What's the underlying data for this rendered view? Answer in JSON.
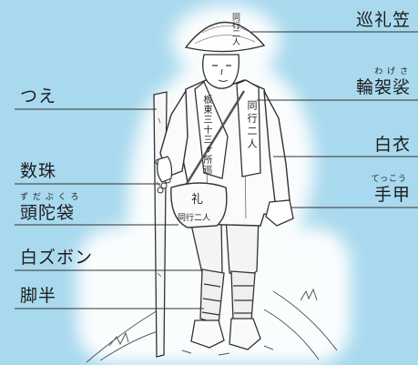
{
  "labels": {
    "junreigasa": "巡礼笠",
    "wagesa": "輪袈裟",
    "wagesa_ruby": "わ げ さ",
    "hakui": "白衣",
    "tekkou": "手甲",
    "tekkou_ruby": "てっこう",
    "tsue": "つえ",
    "juzu": "数珠",
    "zudabukuro": "頭陀袋",
    "zudabukuro_ruby": "ず だ ぶ く ろ",
    "shirozubon": "白ズボン",
    "kyahan": "脚半"
  },
  "hat_text": {
    "line1": "同",
    "line2": "行",
    "line3": "二",
    "line4": "人"
  },
  "stole_left": "板東三十三ヶ所巡",
  "stole_right": "同行二人",
  "bag_mark": "礼",
  "bag_text": "同行二人",
  "colors": {
    "background": "#a9d9ee",
    "glow": "#ffffff",
    "line": "#333333"
  }
}
